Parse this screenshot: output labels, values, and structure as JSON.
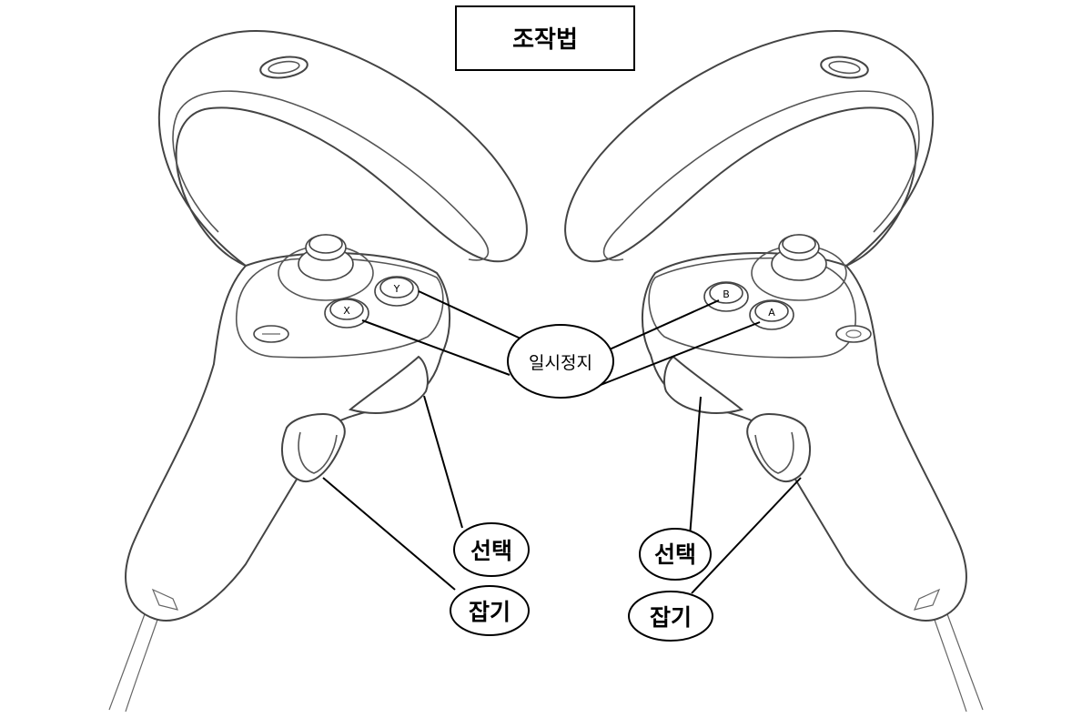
{
  "title": "조작법",
  "labels": {
    "pause": "일시정지",
    "select_left": "선택",
    "grab_left": "잡기",
    "select_right": "선택",
    "grab_right": "잡기"
  },
  "buttons": {
    "left_x": "X",
    "left_y": "Y",
    "right_a": "A",
    "right_b": "B"
  }
}
